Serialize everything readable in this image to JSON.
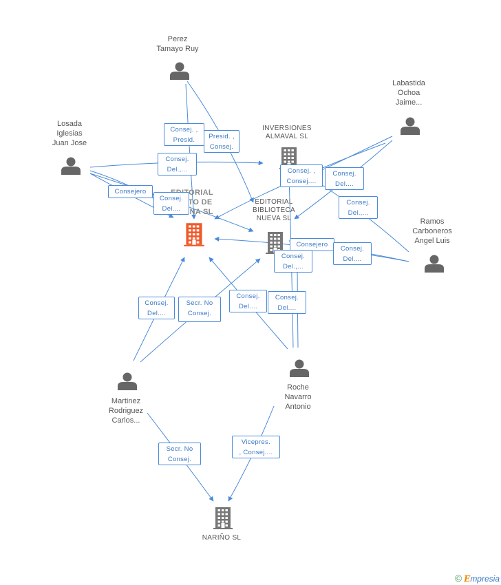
{
  "colors": {
    "edge": "#4a8ad8",
    "person": "#666666",
    "company": "#777777",
    "company_main": "#f0592a"
  },
  "people": [
    {
      "id": "perez",
      "label": "Perez\nTamayo Ruy",
      "icon": "person-icon"
    },
    {
      "id": "labastida",
      "label": "Labastida\nOchoa\nJaime...",
      "icon": "person-icon"
    },
    {
      "id": "losada",
      "label": "Losada\nIglesias\nJuan Jose",
      "icon": "person-icon"
    },
    {
      "id": "ramos",
      "label": "Ramos\nCarboneros\nAngel Luis",
      "icon": "person-icon"
    },
    {
      "id": "martinez",
      "label": "Martinez\nRodriguez\nCarlos...",
      "icon": "person-icon"
    },
    {
      "id": "roche",
      "label": "Roche\nNavarro\nAntonio",
      "icon": "person-icon"
    }
  ],
  "companies": [
    {
      "id": "editorial_punto",
      "label": "EDITORIAL\nPUNTO DE\nPAGINA SL",
      "icon": "building-icon",
      "main": true
    },
    {
      "id": "inversiones",
      "label": "INVERSIONES\nALMAVAL SL",
      "icon": "building-icon"
    },
    {
      "id": "editorial_biblioteca",
      "label": "EDITORIAL\nBIBLIOTECA\nNUEVA SL",
      "icon": "building-icon"
    },
    {
      "id": "narino",
      "label": "NARIÑO SL",
      "icon": "building-icon"
    }
  ],
  "relations": [
    {
      "id": "r1",
      "label": "Consej. ,\nPresid."
    },
    {
      "id": "r2",
      "label": "Presid. ,\nConsej."
    },
    {
      "id": "r3",
      "label": "Consej.\nDel.,..."
    },
    {
      "id": "r4",
      "label": "Consejero"
    },
    {
      "id": "r5",
      "label": "Consej.\nDel...."
    },
    {
      "id": "r6",
      "label": "Consej. ,\nConsej...."
    },
    {
      "id": "r7",
      "label": "Consej.\nDel...."
    },
    {
      "id": "r8",
      "label": "Consej.\nDel.,..."
    },
    {
      "id": "r9",
      "label": "Consejero"
    },
    {
      "id": "r10",
      "label": "Consej.\nDel...."
    },
    {
      "id": "r11",
      "label": "Consej.\nDel.,..."
    },
    {
      "id": "r12",
      "label": "Consej.\nDel...."
    },
    {
      "id": "r13",
      "label": "Secr. No\nConsej."
    },
    {
      "id": "r14",
      "label": "Consej.\nDel...."
    },
    {
      "id": "r15",
      "label": "Consej.\nDel...."
    },
    {
      "id": "r16",
      "label": "Secr. No\nConsej."
    },
    {
      "id": "r17",
      "label": "Vicepres.\n, Consej...."
    }
  ],
  "footer": {
    "copyright": "©",
    "brand_initial": "E",
    "brand_rest": "mpresia"
  }
}
